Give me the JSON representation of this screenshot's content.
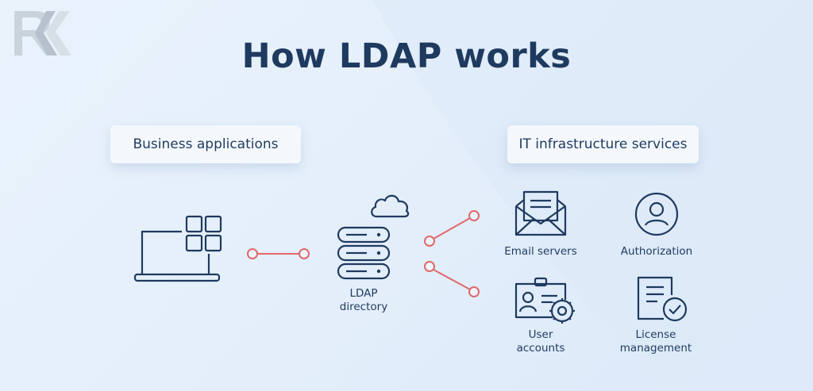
{
  "title": "How LDAP works",
  "sections": {
    "business": "Business applications",
    "it": "IT infrastructure services"
  },
  "nodes": {
    "ldap_line1": "LDAP",
    "ldap_line2": "directory",
    "email": "Email servers",
    "authorization": "Authorization",
    "user_line1": "User",
    "user_line2": "accounts",
    "license_line1": "License",
    "license_line2": "management"
  },
  "icons": {
    "logo": "rk-logo",
    "business": "laptop-apps-icon",
    "ldap": "server-stack-icon",
    "cloud": "cloud-icon",
    "email": "envelope-icon",
    "authorization": "user-circle-icon",
    "user_accounts": "id-card-gear-icon",
    "license": "document-check-icon"
  },
  "colors": {
    "primary": "#1f3a5f",
    "connector": "#e0686a",
    "background": "#e6f0fb"
  }
}
